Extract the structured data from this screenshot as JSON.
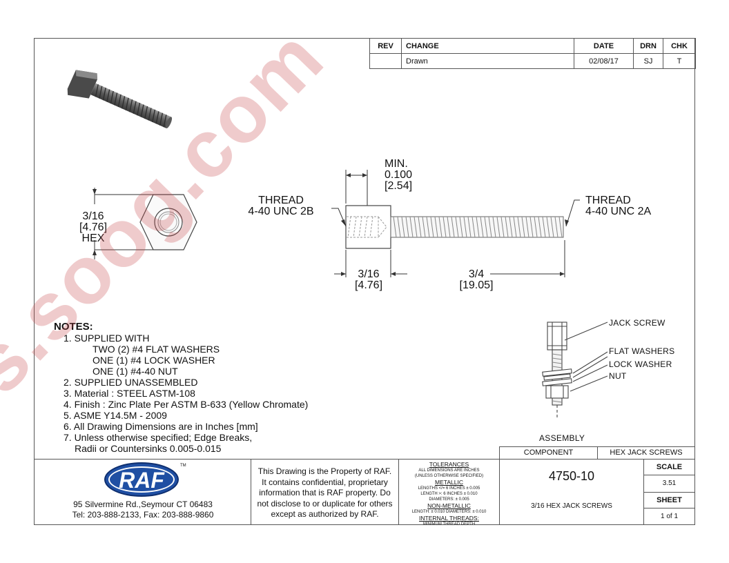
{
  "revision_table": {
    "headers": {
      "rev": "REV",
      "change": "CHANGE",
      "date": "DATE",
      "drn": "DRN",
      "chk": "CHK"
    },
    "row": {
      "rev": "",
      "change": "Drawn",
      "date": "02/08/17",
      "drn": "SJ",
      "chk": "T"
    }
  },
  "hex_view": {
    "line1": "3/16",
    "line2": "[4.76]",
    "line3": "HEX"
  },
  "side_view": {
    "min_line1": "MIN.",
    "min_line2": "0.100",
    "min_line3": "[2.54]",
    "thread_left_1": "THREAD",
    "thread_left_2": "4-40 UNC 2B",
    "thread_right_1": "THREAD",
    "thread_right_2": "4-40 UNC 2A",
    "hex_len_1": "3/16",
    "hex_len_2": "[4.76]",
    "screw_len_1": "3/4",
    "screw_len_2": "[19.05]"
  },
  "notes": {
    "title": "NOTES:",
    "lines": [
      "1. SUPPLIED WITH",
      "TWO (2) #4 FLAT WASHERS",
      "ONE (1) #4 LOCK WASHER",
      "ONE (1) #4-40 NUT",
      "2. SUPPLIED UNASSEMBLED",
      "3. Material : STEEL ASTM-108",
      "4. Finish : Zinc Plate Per ASTM B-633 (Yellow Chromate)",
      "5. ASME Y14.5M - 2009",
      "6. All Drawing Dimensions are in Inches [mm]",
      "7. Unless otherwise specified; Edge Breaks,",
      "Radii or Countersinks 0.005-0.015"
    ]
  },
  "assembly": {
    "jack_screw": "JACK SCREW",
    "flat_washers": "FLAT WASHERS",
    "lock_washer": "LOCK WASHER",
    "nut": "NUT",
    "title": "ASSEMBLY"
  },
  "title_block": {
    "logo": "RAF",
    "tm": "TM",
    "address": "95 Silvermine Rd.,Seymour CT 06483",
    "phone": "Tel: 203-888-2133, Fax: 203-888-9860",
    "property": [
      "This Drawing is the Property of RAF.",
      "It contains confidential, proprietary",
      "information that is RAF property. Do",
      "not disclose to or duplicate for others",
      "except as authorized by RAF."
    ],
    "tolerances": {
      "title": "TOLERANCES",
      "l1": "ALL DIMENSIONS ARE INCHES",
      "l2": "(UNLESS OTHERWISE SPECIFIED)",
      "metallic": "METALLIC",
      "m1": "LENGTHS </= 6 INCHES ± 0.005",
      "m2": "LENGTH >: 6 INCHES ± 0.010",
      "m3": "DIAMETERS: ± 0.005",
      "nonmetallic": "NON-METALLIC",
      "n1": "LENGTH: ± 0.010   DIAMETERS: ± 0.010",
      "internal": "INTERNAL THREADS:",
      "i1": "MINIMUM THREAD DEPTH"
    },
    "component_label": "COMPONENT",
    "component_value": "HEX JACK SCREWS",
    "part_number": "4750-10",
    "description": "3/16 HEX JACK SCREWS",
    "scale_label": "SCALE",
    "scale_value": "3.51",
    "sheet_label": "SHEET",
    "sheet_value": "1 of 1"
  },
  "watermark": "es.soog.com",
  "colors": {
    "watermark": "#c7474a",
    "logo_blue": "#1f4fa3"
  }
}
